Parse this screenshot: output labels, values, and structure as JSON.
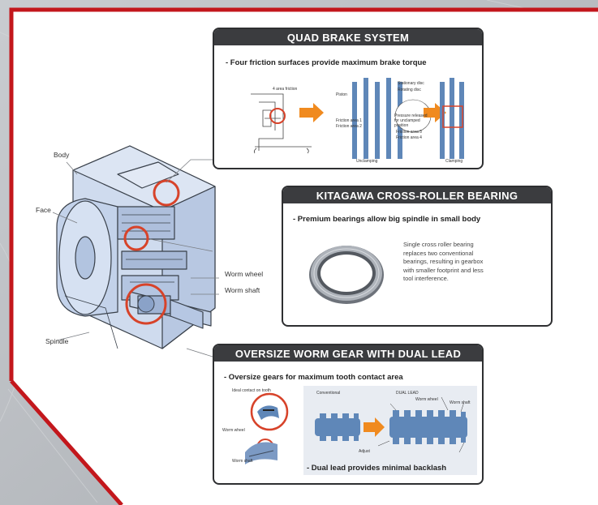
{
  "colors": {
    "red": "#c3171c",
    "dark": "#3b3c3f",
    "blue": "#5f87b8",
    "light_blue": "#cfdbee",
    "orange": "#f08a1f"
  },
  "main_labels": {
    "body": "Body",
    "face": "Face",
    "spindle": "Spindle",
    "worm_wheel": "Worm wheel",
    "worm_shaft": "Worm shaft"
  },
  "quad": {
    "title": "QUAD BRAKE SYSTEM",
    "subtitle": "- Four friction surfaces provide maximum brake torque",
    "labels": {
      "four_area": "4 area friction",
      "piston": "Piston",
      "stationary_disc": "Stationary disc",
      "rotating_disc": "Rotating disc",
      "friction_1": "Friction area 1",
      "friction_2": "Friction area 2",
      "friction_3": "Friction area 3",
      "friction_4": "Friction area 4",
      "pressure": "Pressure released for unclamped position",
      "unclamping": "Unclamping",
      "clamping": "Clamping"
    }
  },
  "bearing": {
    "title": "KITAGAWA CROSS-ROLLER BEARING",
    "subtitle": "- Premium bearings allow big spindle in small body",
    "description": [
      "Single cross roller bearing",
      "replaces two conventional",
      "bearings, resulting in gearbox",
      "with smaller footprint and less",
      "tool interference."
    ]
  },
  "worm": {
    "title": "OVERSIZE WORM GEAR WITH DUAL LEAD",
    "subtitle": "- Oversize gears for maximum tooth contact area",
    "footer": "- Dual lead provides minimal backlash",
    "labels": {
      "ideal_contact": "Ideal contact on tooth",
      "worm_wheel": "Worm wheel",
      "worm_shaft": "Worm shaft",
      "conventional": "Conventional",
      "dual_lead": "DUAL LEAD",
      "tooth_stage": "Worm wheel",
      "dual_shaft": "Worm shaft",
      "adjust": "Adjust"
    }
  }
}
